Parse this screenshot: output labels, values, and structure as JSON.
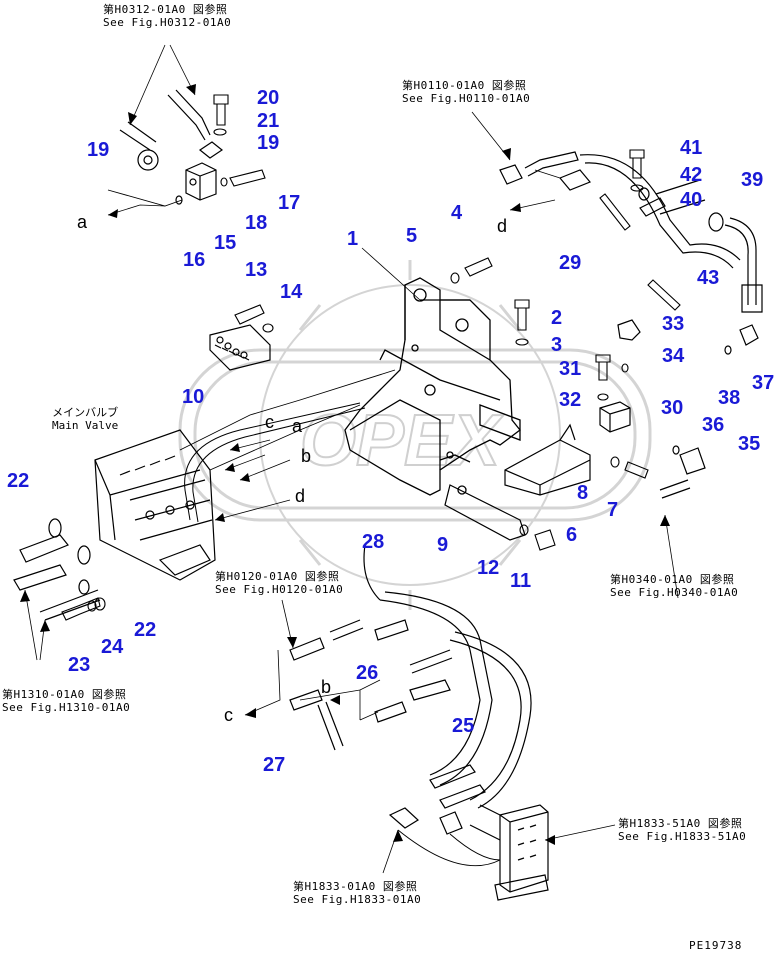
{
  "references": {
    "h0312_jp": "第H0312-01A0 図参照",
    "h0312_en": "See Fig.H0312-01A0",
    "h0110_jp": "第H0110-01A0 図参照",
    "h0110_en": "See Fig.H0110-01A0",
    "h0120_jp": "第H0120-01A0 図参照",
    "h0120_en": "See Fig.H0120-01A0",
    "h0340_jp": "第H0340-01A0 図参照",
    "h0340_en": "See Fig.H0340-01A0",
    "h1310_jp": "第H1310-01A0 図参照",
    "h1310_en": "See Fig.H1310-01A0",
    "h1833_51_jp": "第H1833-51A0 図参照",
    "h1833_51_en": "See Fig.H1833-51A0",
    "h1833_01_jp": "第H1833-01A0 図参照",
    "h1833_01_en": "See Fig.H1833-01A0"
  },
  "main_valve": {
    "jp": "メインバルブ",
    "en": "Main Valve"
  },
  "part_numbers": [
    "1",
    "2",
    "3",
    "4",
    "5",
    "6",
    "7",
    "8",
    "9",
    "10",
    "11",
    "12",
    "13",
    "14",
    "15",
    "16",
    "17",
    "18",
    "19",
    "19",
    "20",
    "21",
    "22",
    "22",
    "23",
    "24",
    "25",
    "26",
    "27",
    "28",
    "29",
    "30",
    "31",
    "32",
    "33",
    "34",
    "35",
    "36",
    "37",
    "38",
    "39",
    "40",
    "41",
    "42",
    "43"
  ],
  "connection_letters": [
    "a",
    "a",
    "b",
    "b",
    "c",
    "c",
    "d",
    "d"
  ],
  "drawing_code": "PE19738",
  "watermark": "OPEX",
  "colors": {
    "part_number": "#1a1ad6",
    "line": "#000000",
    "watermark": "#d8d8d8"
  }
}
